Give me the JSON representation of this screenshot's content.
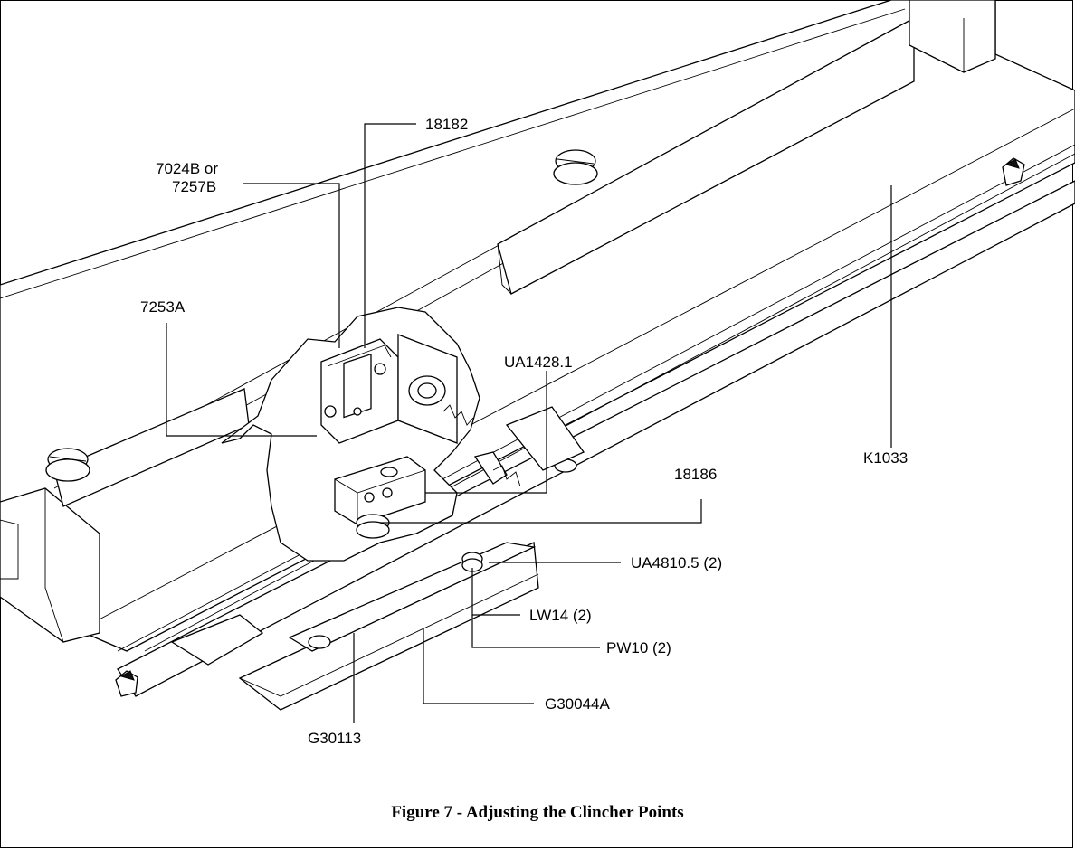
{
  "caption": "Figure 7 - Adjusting the Clincher Points",
  "callouts": {
    "c18182": "18182",
    "c7024b": "7024B or",
    "c7257b": "7257B",
    "c7253a": "7253A",
    "cUA1428": "UA1428.1",
    "c18186": "18186",
    "cK1033": "K1033",
    "cUA4810": "UA4810.5 (2)",
    "cLW14": "LW14 (2)",
    "cPW10": "PW10 (2)",
    "cG30044A": "G30044A",
    "cG30113": "G30113"
  }
}
